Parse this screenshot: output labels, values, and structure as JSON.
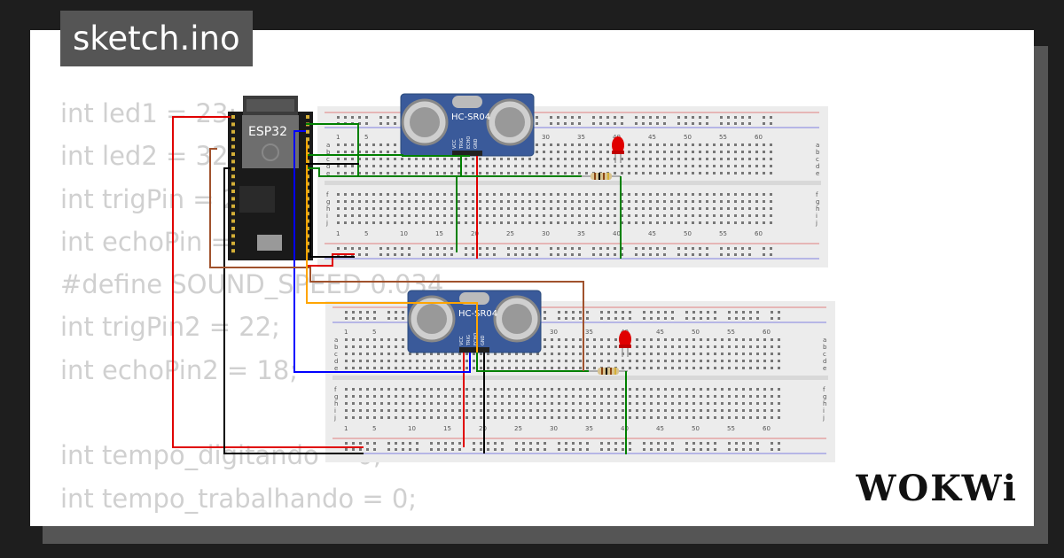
{
  "window": {
    "title": "sketch.ino"
  },
  "brand": {
    "logo_text": "WOKWi"
  },
  "code_lines": [
    "int led1 = 23;",
    "int led2 = 32;",
    "int trigPin = 2;",
    "int echoPin = 4;",
    "#define SOUND_SPEED 0.034",
    "int trigPin2 = 22;",
    "int echoPin2 = 18;",
    "",
    "int tempo_digitando = 0;",
    "int tempo_trabalhando = 0;"
  ],
  "components": {
    "esp32": {
      "label": "ESP32"
    },
    "sensor1": {
      "label": "HC-SR04",
      "pins": [
        "VCC",
        "TRIG",
        "ECHO",
        "GND"
      ]
    },
    "sensor2": {
      "label": "HC-SR04",
      "pins": [
        "VCC",
        "TRIG",
        "ECHO",
        "GND"
      ]
    },
    "breadboard_top": {
      "column_numbers": [
        "1",
        "5",
        "10",
        "15",
        "20",
        "25",
        "30",
        "35",
        "40",
        "45",
        "50",
        "55",
        "60"
      ],
      "row_letters_upper": [
        "a",
        "b",
        "c",
        "d",
        "e"
      ],
      "row_letters_lower": [
        "f",
        "g",
        "h",
        "i",
        "j"
      ]
    },
    "breadboard_bottom": {
      "column_numbers": [
        "1",
        "5",
        "10",
        "15",
        "20",
        "25",
        "30",
        "35",
        "40",
        "45",
        "50",
        "55",
        "60"
      ],
      "row_letters_upper": [
        "a",
        "b",
        "c",
        "d",
        "e"
      ],
      "row_letters_lower": [
        "f",
        "g",
        "h",
        "i",
        "j"
      ]
    }
  },
  "colors": {
    "background": "#1e1e1e",
    "card": "#ffffff",
    "code_text": "#d0d0d0",
    "sensor": "#3a5a9a",
    "esp32_board": "#1a1a1a",
    "wire_red": "#e00000",
    "wire_black": "#000000",
    "wire_green": "#008000",
    "wire_blue": "#0000ff",
    "wire_brown": "#a0522d",
    "wire_orange": "#ffa500",
    "led": "#e00000"
  }
}
